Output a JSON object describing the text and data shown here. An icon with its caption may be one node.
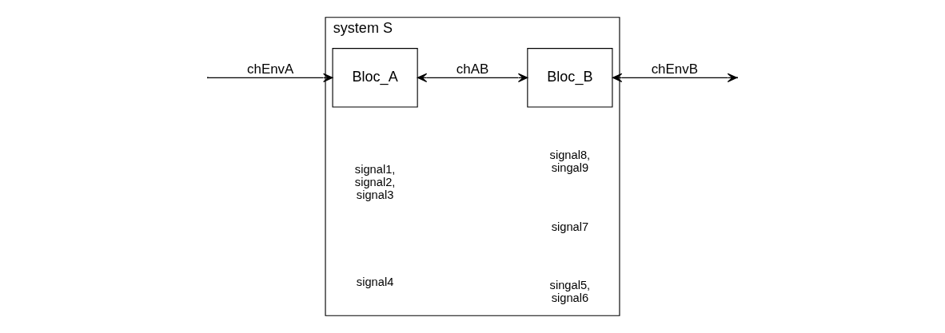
{
  "diagram": {
    "nodes": [
      {
        "text": [
          "system S"
        ]
      },
      {
        "text": [
          "Bloc_A"
        ],
        "in": 0
      },
      {
        "text": [
          "Bloc_B"
        ],
        "in": 0
      }
    ],
    "edges": [
      {
        "from": null,
        "to": 1,
        "arrow": "to",
        "label": "chEnvA"
      },
      {
        "from": 1,
        "to": 2,
        "arrow": "both",
        "label": "chAB"
      },
      {
        "from": null,
        "to": 2,
        "arrow": "both",
        "label": "chEnvB"
      }
    ],
    "labels": [
      "signal8, singal9",
      "signal7",
      "signal1, signal2, signal3",
      "signal4",
      "singal5, signal6"
    ]
  }
}
